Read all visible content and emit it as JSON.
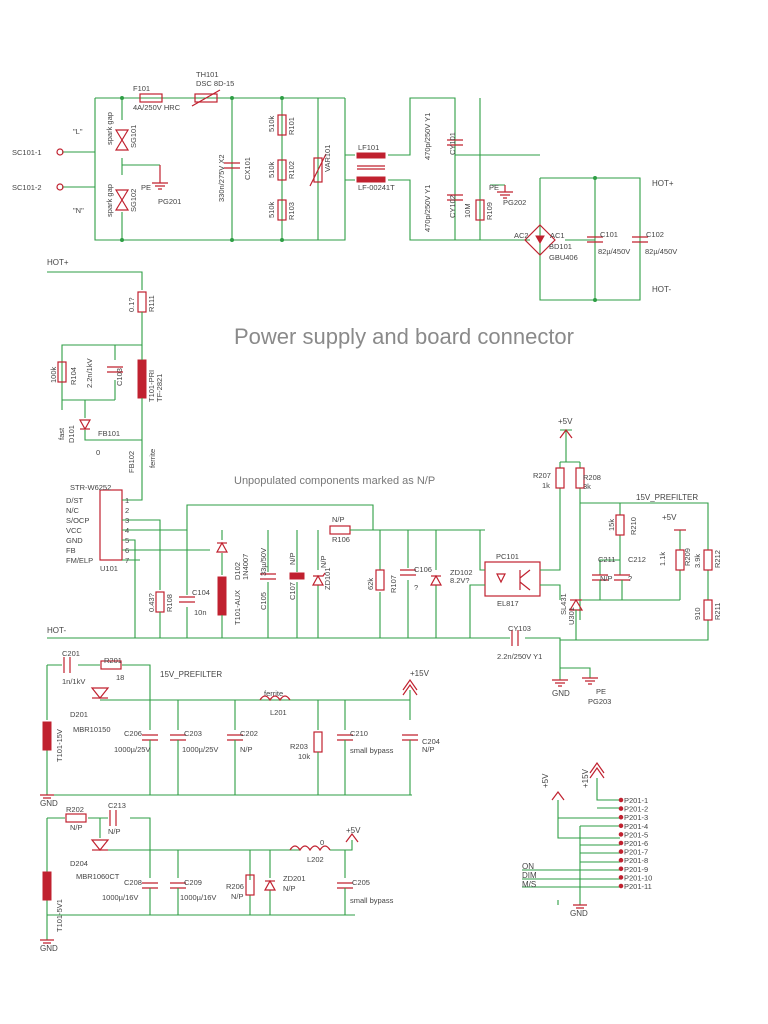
{
  "title": "Power supply and board connector",
  "subtitle": "Unpopulated components marked as N/P",
  "nets": {
    "hot_plus": "HOT+",
    "hot_minus": "HOT-",
    "prefilter": "15V_PREFILTER",
    "v5": "+5V",
    "v15": "+15V",
    "gnd": "GND",
    "pe": "PE"
  },
  "input": {
    "sc101_1": "SC101-1",
    "sc101_2": "SC101-2",
    "L": "\"L\"",
    "N": "\"N\"",
    "spark": "spark gap",
    "sg101": "SG101",
    "sg102": "SG102",
    "f101": "F101",
    "f101_val": "4A/250V HRC",
    "th101": "TH101",
    "th101_val": "DSC 8D-15",
    "pe": "PE",
    "pg201": "PG201",
    "cx101": "CX101",
    "cx101_val": "330n/275V X2",
    "r101": "R101",
    "r102": "R102",
    "r103": "R103",
    "r510": "510k",
    "var101": "VAR101",
    "lf101": "LF101",
    "lf_part": "LF-00241T",
    "cy101": "CY101",
    "cy101_val": "470p/250V Y1",
    "cy102": "CY102",
    "cy102_val": "470p/250V Y1",
    "r109": "R109",
    "r109_val": "10M",
    "pg202": "PG202",
    "bd101": "BD101",
    "bd_part": "GBU406",
    "ac1": "AC1",
    "ac2": "AC2",
    "c101": "C101",
    "c101_val": "82µ/450V",
    "c102": "C102",
    "c102_val": "82µ/450V"
  },
  "primary": {
    "r111": "R111",
    "r111_val": "0.1?",
    "r104": "R104",
    "r104_val": "100k",
    "c103": "C103",
    "c103_val": "2.2n/1kV",
    "t101_pri": "T101-PRI",
    "tf": "TF-2821",
    "d101": "D101",
    "fast": "fast",
    "fb101": "FB101",
    "fb101_val": "0",
    "fb102": "FB102",
    "ferrite": "ferrite",
    "u101": "U101",
    "str": "STR-W6252",
    "pins": [
      "D/ST",
      "N/C",
      "S/OCP",
      "VCC",
      "GND",
      "FB",
      "FM/ELP"
    ],
    "r108": "R108",
    "r108_val": "0.43?",
    "c104": "C104",
    "c104_val": "10n",
    "d102": "D102",
    "d102_val": "1N4007",
    "t101_aux": "T101-AUX",
    "c105": "C105",
    "c105_val": "33µ/50V",
    "c107": "C107",
    "np": "N/P",
    "zd101": "ZD101",
    "r106": "R106",
    "r107": "R107",
    "r107_val": "62k",
    "c106": "C106",
    "q": "?",
    "zd102": "ZD102",
    "zd102_val": "8.2V?",
    "pc101": "PC101",
    "el817": "EL817",
    "r207": "R207",
    "r207_val": "1k",
    "r208": "R208",
    "r208_val": "3k",
    "r210": "R210",
    "r210_val": "15k",
    "c211": "C211",
    "c212": "C212",
    "r209": "R209",
    "r209_val": "1.1k",
    "r212": "R212",
    "r212_val": "3.9k",
    "r211": "R211",
    "r211_val": "910",
    "u301": "U301",
    "sl431": "SL431",
    "cy103": "CY103",
    "cy103_val": "2.2n/250V Y1",
    "pg203": "PG203",
    "pin_labels": [
      "1",
      "2",
      "3",
      "4",
      "5",
      "6",
      "7"
    ]
  },
  "sec15": {
    "c201": "C201",
    "c201_val": "1n/1kV",
    "r201": "R201",
    "r201_val": "18",
    "d201": "D201",
    "d201_val": "MBR10150",
    "t101_15v": "T101-15V",
    "c206": "C206",
    "c206_val": "1000µ/25V",
    "c203": "C203",
    "c203_val": "1000µ/25V",
    "c202": "C202",
    "l201": "L201",
    "ferrite": "ferrite",
    "r203": "R203",
    "r203_val": "10k",
    "c210": "C210",
    "small_bypass": "small bypass",
    "c204": "C204"
  },
  "sec5": {
    "r202": "R202",
    "c213": "C213",
    "d204": "D204",
    "d204_val": "MBR1060CT",
    "t101_5v": "T101-5V1",
    "c208": "C208",
    "c208_val": "1000µ/16V",
    "c209": "C209",
    "c209_val": "1000µ/16V",
    "r206": "R206",
    "zd201": "ZD201",
    "l202": "L202",
    "l202_val": "0",
    "c205": "C205",
    "small_bypass": "small bypass"
  },
  "connector": {
    "pins": [
      "P201-1",
      "P201-2",
      "P201-3",
      "P201-4",
      "P201-5",
      "P201-6",
      "P201-7",
      "P201-8",
      "P201-9",
      "P201-10",
      "P201-11"
    ],
    "on": "ON",
    "dim": "DIM",
    "ms": "M/S"
  }
}
